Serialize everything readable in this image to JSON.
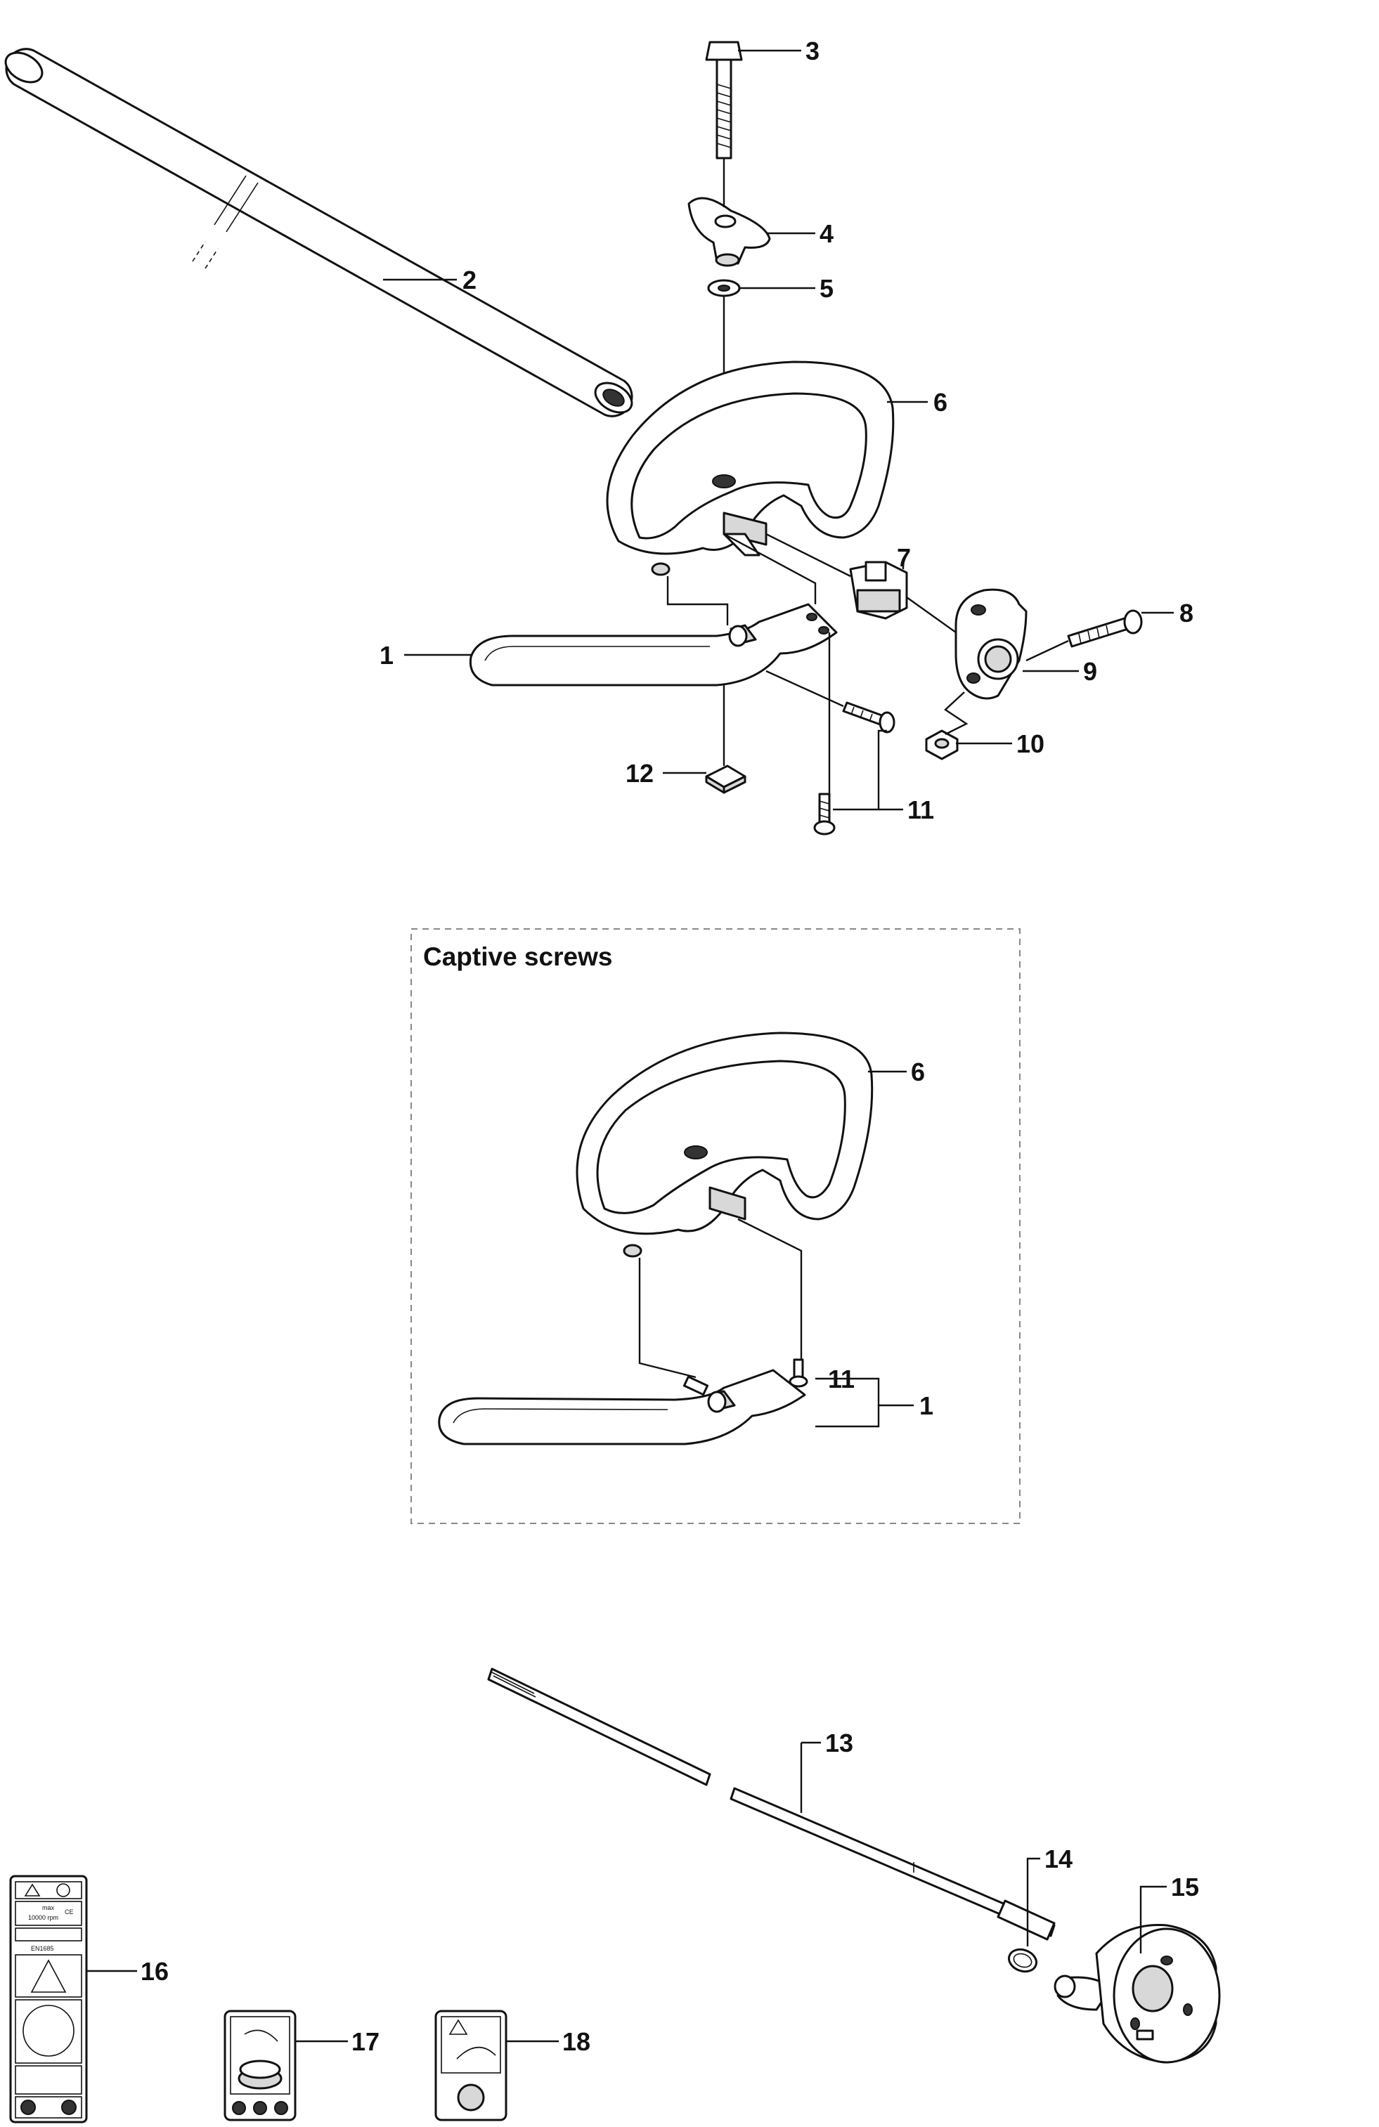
{
  "section_title": "Captive screws",
  "callouts": {
    "p1": "1",
    "p2": "2",
    "p3": "3",
    "p4": "4",
    "p5": "5",
    "p6": "6",
    "p7": "7",
    "p8": "8",
    "p9": "9",
    "p10": "10",
    "p11": "11",
    "p12": "12",
    "p13": "13",
    "p14": "14",
    "p15": "15",
    "p16": "16",
    "p17": "17",
    "p18": "18"
  },
  "detail_callouts": {
    "p6": "6",
    "p11": "11",
    "p1": "1"
  },
  "decal_text": {
    "max_rpm_1": "max",
    "max_rpm_2": "10000 rpm",
    "ce": "CE",
    "iso": "EN1685"
  }
}
